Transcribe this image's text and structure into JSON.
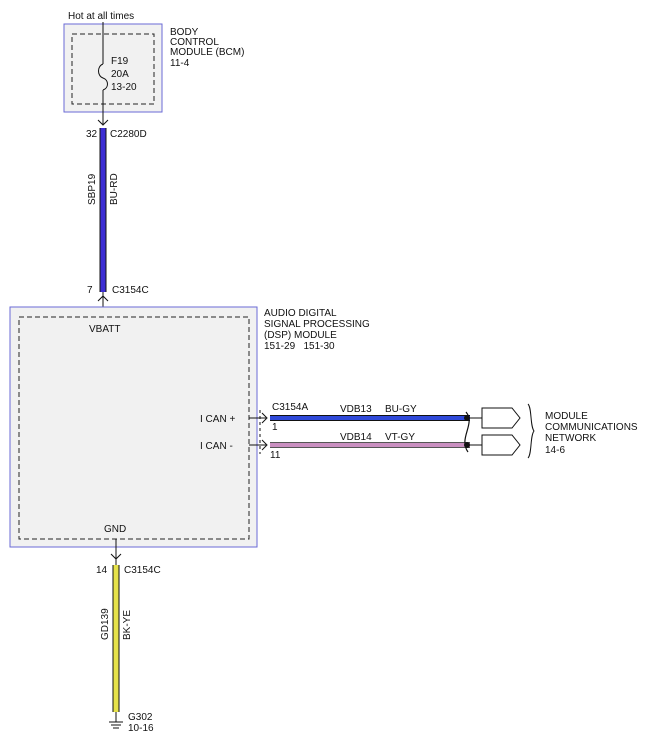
{
  "colors": {
    "wire_bu_rd": "#3d2ed4",
    "wire_bu_gy": "#2f49d9",
    "wire_vt_gy": "#c98fc0",
    "wire_bk_ye": "#e6e24a",
    "module_border": "#6a6ad6",
    "module_fill": "#f1f1f1"
  },
  "power": {
    "label": "Hot at all times"
  },
  "bcm": {
    "name_lines": [
      "BODY",
      "CONTROL",
      "MODULE (BCM)",
      "11-4"
    ],
    "fuse": {
      "id": "F19",
      "rating": "20A",
      "ref": "13-20"
    },
    "connector": {
      "pin": "32",
      "id": "C2280D"
    }
  },
  "wire_sbp19": {
    "circuit": "SBP19",
    "color_code": "BU-RD"
  },
  "dsp": {
    "connector_top": {
      "pin": "7",
      "id": "C3154C"
    },
    "name_lines": [
      "AUDIO DIGITAL",
      "SIGNAL PROCESSING",
      "(DSP) MODULE",
      "151-29   151-30"
    ],
    "vbatt_label": "VBATT",
    "can_plus_label": "I CAN +",
    "can_minus_label": "I CAN -",
    "gnd_label": "GND",
    "connector_can": {
      "id": "C3154A",
      "pin_plus": "1",
      "pin_minus": "11"
    },
    "connector_bottom": {
      "pin": "14",
      "id": "C3154C"
    }
  },
  "wire_vdb13": {
    "circuit": "VDB13",
    "color_code": "BU-GY"
  },
  "wire_vdb14": {
    "circuit": "VDB14",
    "color_code": "VT-GY"
  },
  "network": {
    "name_lines": [
      "MODULE",
      "COMMUNICATIONS",
      "NETWORK",
      "14-6"
    ]
  },
  "wire_gd139": {
    "circuit": "GD139",
    "color_code": "BK-YE"
  },
  "ground": {
    "id": "G302",
    "ref": "10-16"
  }
}
